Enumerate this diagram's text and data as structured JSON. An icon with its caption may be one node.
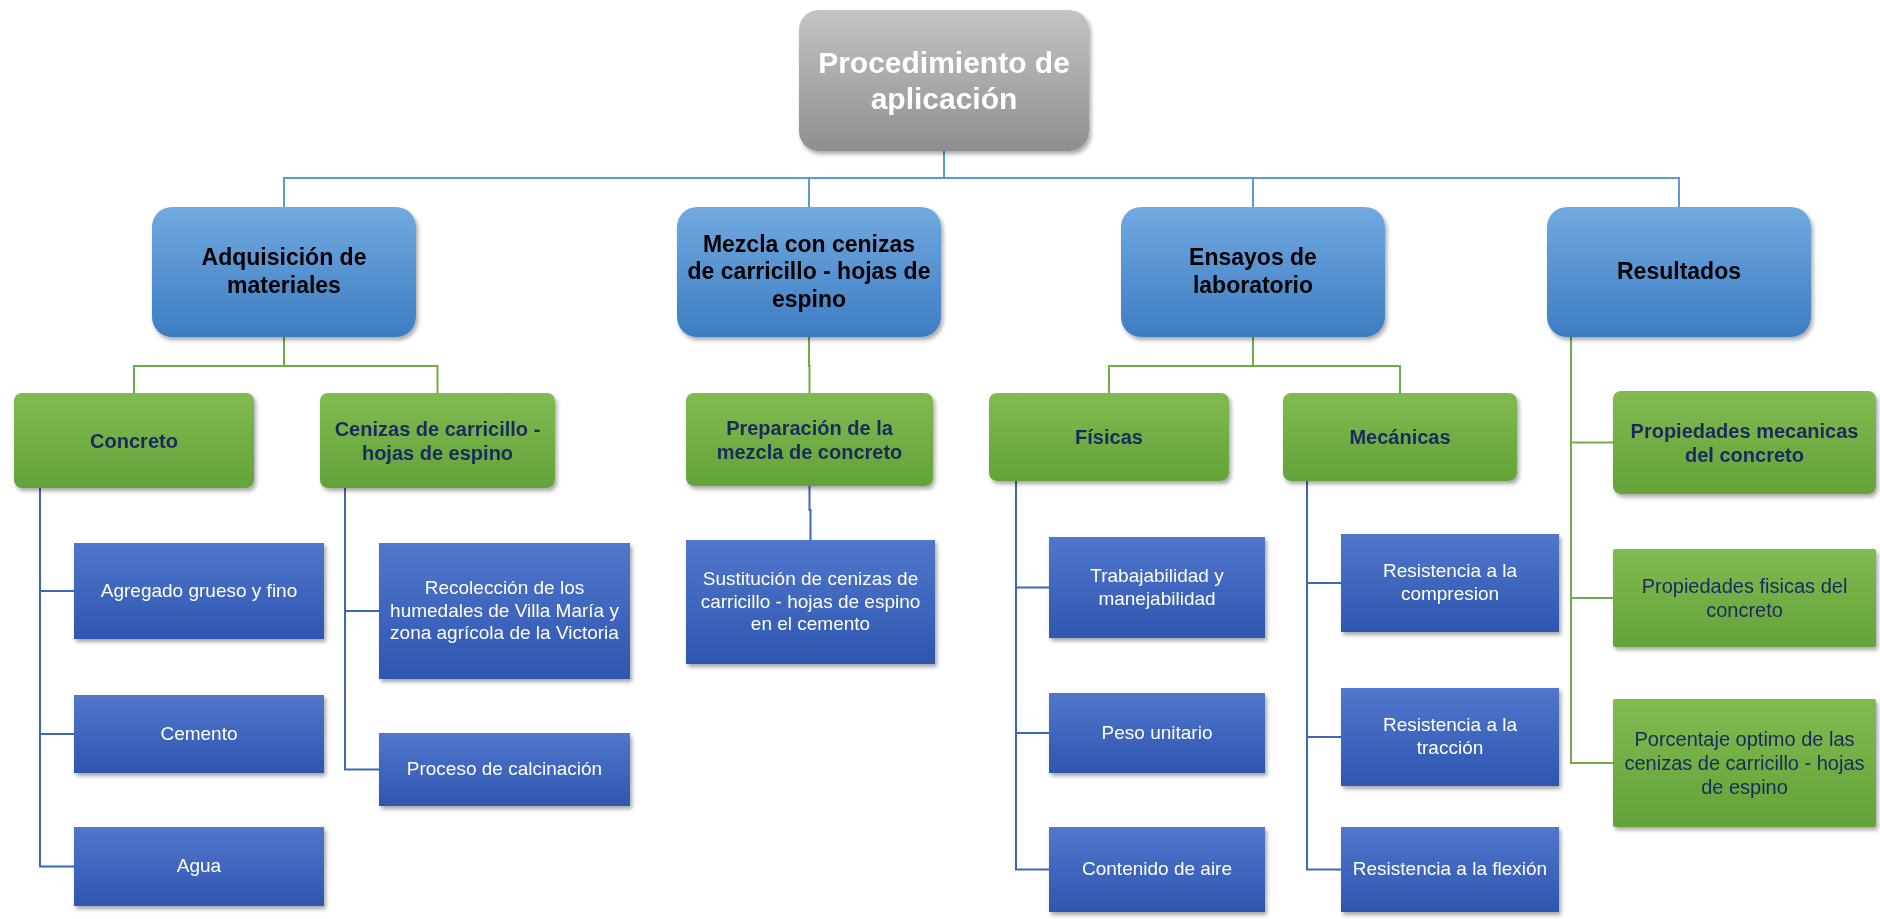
{
  "diagram": {
    "nodes": [
      {
        "text": [
          "Procedimiento de aplicación"
        ]
      },
      {
        "text": [
          "Adquisición de materiales"
        ]
      },
      {
        "text": [
          "Mezcla con cenizas de carricillo - hojas de espino"
        ]
      },
      {
        "text": [
          "Ensayos de laboratorio"
        ]
      },
      {
        "text": [
          "Resultados"
        ]
      },
      {
        "text": [
          "Concreto"
        ]
      },
      {
        "text": [
          "Cenizas de carricillo - hojas de espino"
        ]
      },
      {
        "text": [
          "Preparación de la mezcla de concreto"
        ]
      },
      {
        "text": [
          "Físicas"
        ]
      },
      {
        "text": [
          "Mecánicas"
        ]
      },
      {
        "text": [
          "Agregado grueso y fino"
        ]
      },
      {
        "text": [
          "Cemento"
        ]
      },
      {
        "text": [
          "Agua"
        ]
      },
      {
        "text": [
          "Recolección de los humedales de Villa María y zona agrícola de la Victoria"
        ]
      },
      {
        "text": [
          "Proceso de calcinación"
        ]
      },
      {
        "text": [
          "Sustitución de cenizas de carricillo - hojas de espino en el cemento"
        ]
      },
      {
        "text": [
          "Trabajabilidad y manejabilidad"
        ]
      },
      {
        "text": [
          "Peso unitario"
        ]
      },
      {
        "text": [
          "Contenido de aire"
        ]
      },
      {
        "text": [
          "Resistencia a la compresion"
        ]
      },
      {
        "text": [
          "Resistencia a la tracción"
        ]
      },
      {
        "text": [
          "Resistencia a la flexión"
        ]
      },
      {
        "text": [
          "Propiedades mecanicas del concreto"
        ]
      },
      {
        "text": [
          "Propiedades fisicas del concreto"
        ]
      },
      {
        "text": [
          "Porcentaje optimo de las cenizas de carricillo - hojas de espino"
        ]
      }
    ],
    "edges": [
      {
        "from": 0,
        "to": 1,
        "arrow": "none",
        "color": "#5b9bd5"
      },
      {
        "from": 0,
        "to": 2,
        "arrow": "none",
        "color": "#5b9bd5"
      },
      {
        "from": 0,
        "to": 3,
        "arrow": "none",
        "color": "#5b9bd5"
      },
      {
        "from": 0,
        "to": 4,
        "arrow": "none",
        "color": "#5b9bd5"
      },
      {
        "from": 1,
        "to": 5,
        "arrow": "none",
        "color": "#70ad47"
      },
      {
        "from": 1,
        "to": 6,
        "arrow": "none",
        "color": "#70ad47"
      },
      {
        "from": 2,
        "to": 7,
        "arrow": "none",
        "color": "#70ad47"
      },
      {
        "from": 3,
        "to": 8,
        "arrow": "none",
        "color": "#70ad47"
      },
      {
        "from": 3,
        "to": 9,
        "arrow": "none",
        "color": "#70ad47"
      },
      {
        "from": 4,
        "to": 22,
        "arrow": "none",
        "color": "#70ad47"
      },
      {
        "from": 4,
        "to": 23,
        "arrow": "none",
        "color": "#70ad47"
      },
      {
        "from": 4,
        "to": 24,
        "arrow": "none",
        "color": "#70ad47"
      },
      {
        "from": 5,
        "to": 10,
        "arrow": "none"
      },
      {
        "from": 5,
        "to": 11,
        "arrow": "none"
      },
      {
        "from": 5,
        "to": 12,
        "arrow": "none"
      },
      {
        "from": 6,
        "to": 13,
        "arrow": "none"
      },
      {
        "from": 6,
        "to": 14,
        "arrow": "none"
      },
      {
        "from": 7,
        "to": 15,
        "arrow": "none"
      },
      {
        "from": 8,
        "to": 16,
        "arrow": "none"
      },
      {
        "from": 8,
        "to": 17,
        "arrow": "none"
      },
      {
        "from": 8,
        "to": 18,
        "arrow": "none"
      },
      {
        "from": 9,
        "to": 19,
        "arrow": "none"
      },
      {
        "from": 9,
        "to": 20,
        "arrow": "none"
      },
      {
        "from": 9,
        "to": 21,
        "arrow": "none"
      }
    ]
  }
}
